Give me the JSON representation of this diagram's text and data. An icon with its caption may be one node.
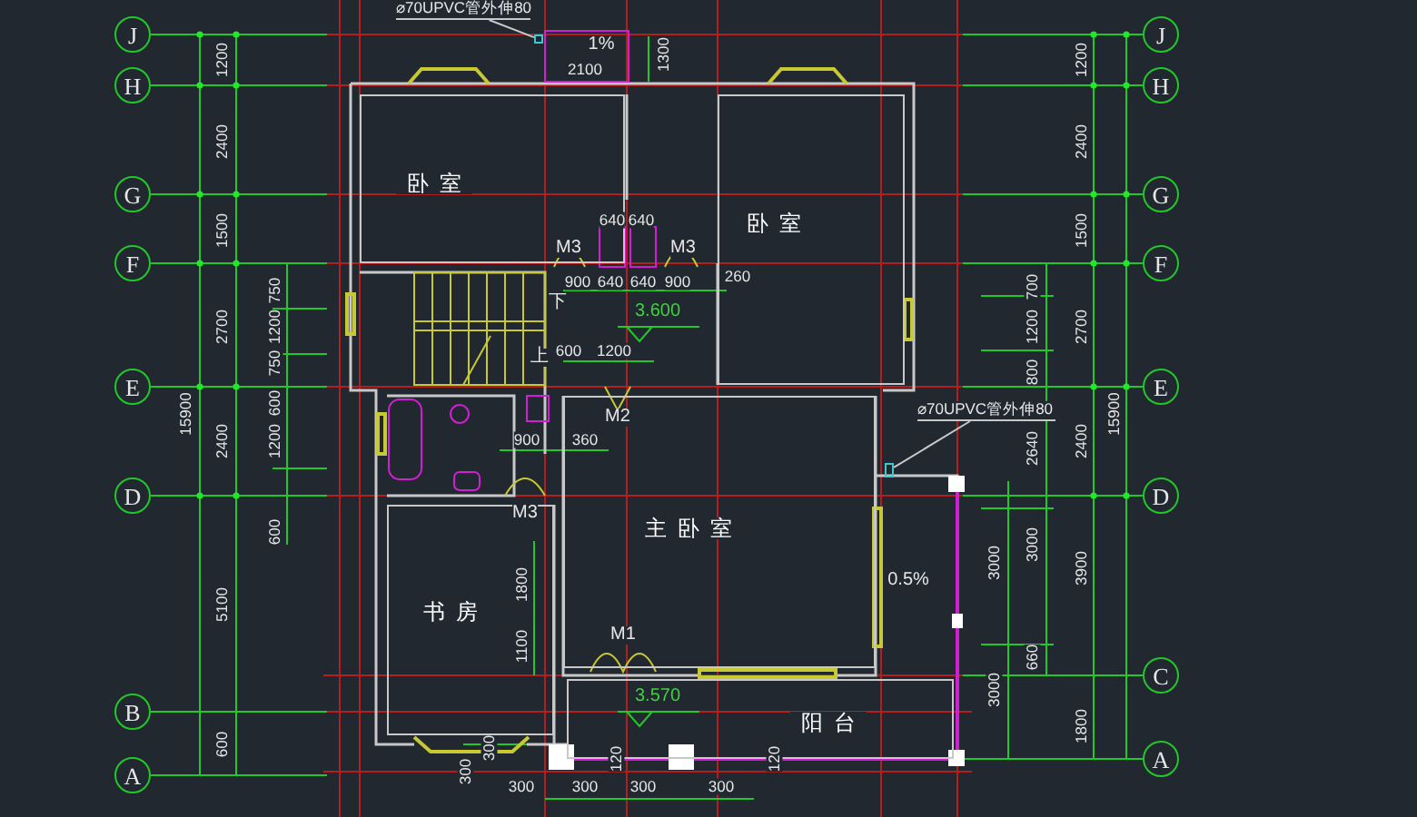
{
  "diagram": {
    "nodes": [
      {
        "text": [
          "卧室"
        ]
      },
      {
        "text": [
          "卧室"
        ]
      },
      {
        "text": [
          "主卧室"
        ]
      },
      {
        "text": [
          "书房"
        ]
      },
      {
        "text": [
          "阳台"
        ]
      },
      {
        "text": [
          "⌀70UPVC管外伸80"
        ]
      },
      {
        "text": [
          "⌀70UPVC管外伸80"
        ]
      },
      {
        "text": [
          "J"
        ]
      },
      {
        "text": [
          "H"
        ]
      },
      {
        "text": [
          "G"
        ]
      },
      {
        "text": [
          "F"
        ]
      },
      {
        "text": [
          "E"
        ]
      },
      {
        "text": [
          "D"
        ]
      },
      {
        "text": [
          "B"
        ]
      },
      {
        "text": [
          "A"
        ]
      },
      {
        "text": [
          "J"
        ]
      },
      {
        "text": [
          "H"
        ]
      },
      {
        "text": [
          "G"
        ]
      },
      {
        "text": [
          "F"
        ]
      },
      {
        "text": [
          "E"
        ]
      },
      {
        "text": [
          "D"
        ]
      },
      {
        "text": [
          "C"
        ]
      },
      {
        "text": [
          "A"
        ]
      },
      {
        "text": [],
        "shape": "box"
      },
      {
        "text": [],
        "shape": "box"
      }
    ],
    "edges": [
      {
        "from": 5,
        "to": 23,
        "arrow": "none"
      },
      {
        "from": 6,
        "to": 24,
        "arrow": "none"
      }
    ],
    "labels": [
      "1200",
      "2400",
      "1500",
      "2700",
      "15900",
      "2400",
      "5100",
      "600",
      "750",
      "1200",
      "750",
      "600",
      "1200",
      "600",
      "1200",
      "2400",
      "1500",
      "2700",
      "15900",
      "2400",
      "3900",
      "1800",
      "700",
      "1200",
      "800",
      "2640",
      "3000",
      "660",
      "3000",
      "3000",
      "1%",
      "2100",
      "1300",
      "640",
      "640",
      "M3",
      "M3",
      "900",
      "640",
      "640",
      "900",
      "260",
      "下",
      "3.600",
      "上",
      "600",
      "1200",
      "M2",
      "900",
      "360",
      "M3",
      "1800",
      "0.5%",
      "1100",
      "M1",
      "3.570",
      "300",
      "300",
      "120",
      "120",
      "300",
      "300",
      "300",
      "300"
    ]
  }
}
